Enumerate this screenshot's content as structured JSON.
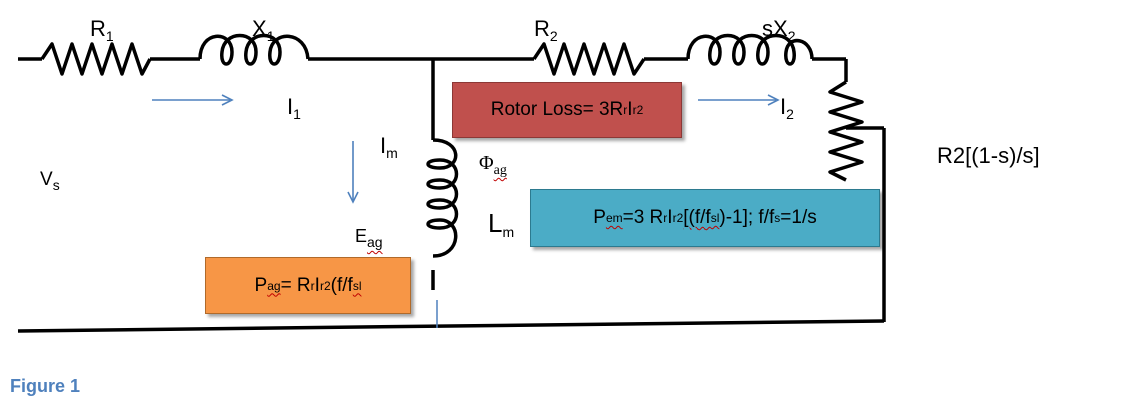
{
  "circuit": {
    "r1_label": {
      "main": "R",
      "sub": "1"
    },
    "x1_label": {
      "main": "X",
      "sub": "1"
    },
    "r2_label": {
      "main": "R",
      "sub": "2"
    },
    "sx2_label": {
      "main": "sX",
      "sub": "2"
    },
    "i1_label": {
      "main": "I",
      "sub": "1"
    },
    "i2_label": {
      "main": "I",
      "sub": "2"
    },
    "im_label": {
      "main": "I",
      "sub": "m"
    },
    "vs_label": {
      "main": "V",
      "sub": "s"
    },
    "eag_label": {
      "main": "E",
      "sub": "ag"
    },
    "phi_label": {
      "main": "Φ",
      "sub": "ag"
    },
    "lm_label": {
      "main": "L",
      "sub": "m"
    },
    "load_label": "R2[(1-s)/s]"
  },
  "boxes": {
    "rotor_loss": {
      "prefix": "Rotor Loss= 3R",
      "s1": "r",
      "m1": "I",
      "s2": "r",
      "sup": "2",
      "color": "#c0504d"
    },
    "pem": {
      "p": "P",
      "p_sub": "em",
      "eq": " =3 R",
      "s1": "r",
      "m1": "I",
      "s2": "r",
      "sup": "2",
      "mid": "[(f/f",
      "s3": "sl",
      "mid2": ")-1]; f/f",
      "s4": "s",
      "end": "=1/s",
      "color": "#4bacc6"
    },
    "pag": {
      "p": "P",
      "p_sub": "ag",
      "eq": "= R",
      "s1": "r",
      "m1": "I",
      "s2": "r",
      "sup": "2",
      "mid": "(f/f",
      "s3": "sl",
      "color": "#f79646"
    }
  },
  "caption": "Figure 1",
  "colors": {
    "arrow": "#4f81bd",
    "wire": "#000000"
  }
}
